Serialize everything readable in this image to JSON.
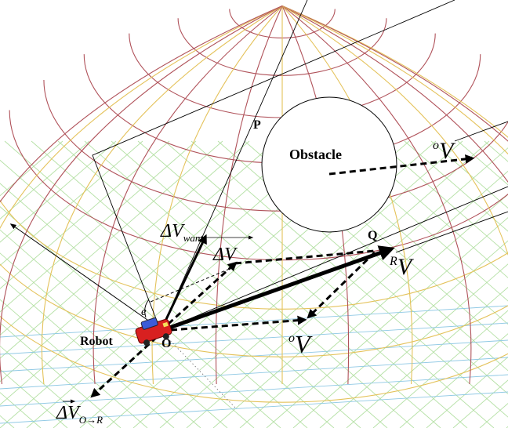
{
  "labels": {
    "point_p": "P",
    "point_q": "Q",
    "point_o": "O",
    "obstacle": "Obstacle",
    "robot": "Robot",
    "angle_e": "e",
    "delta_v_want": {
      "main": "ΔV",
      "sub": "want"
    },
    "delta_v": "ΔV",
    "obstacle_velocity_top": {
      "sup": "o",
      "main": "V"
    },
    "relative_velocity": {
      "sup": "R",
      "main": "V"
    },
    "obstacle_velocity_bottom": {
      "sup": "o",
      "main": "V"
    },
    "delta_v_o_to_r": {
      "main": "ΔV",
      "sub": "O→R"
    }
  },
  "colors": {
    "sphere_upper": "#b0525a",
    "sphere_lower": "#e4c25a",
    "grid_upper": "#b4e0a4",
    "grid_lower": "#8ec8e4",
    "ink": "#000000"
  }
}
